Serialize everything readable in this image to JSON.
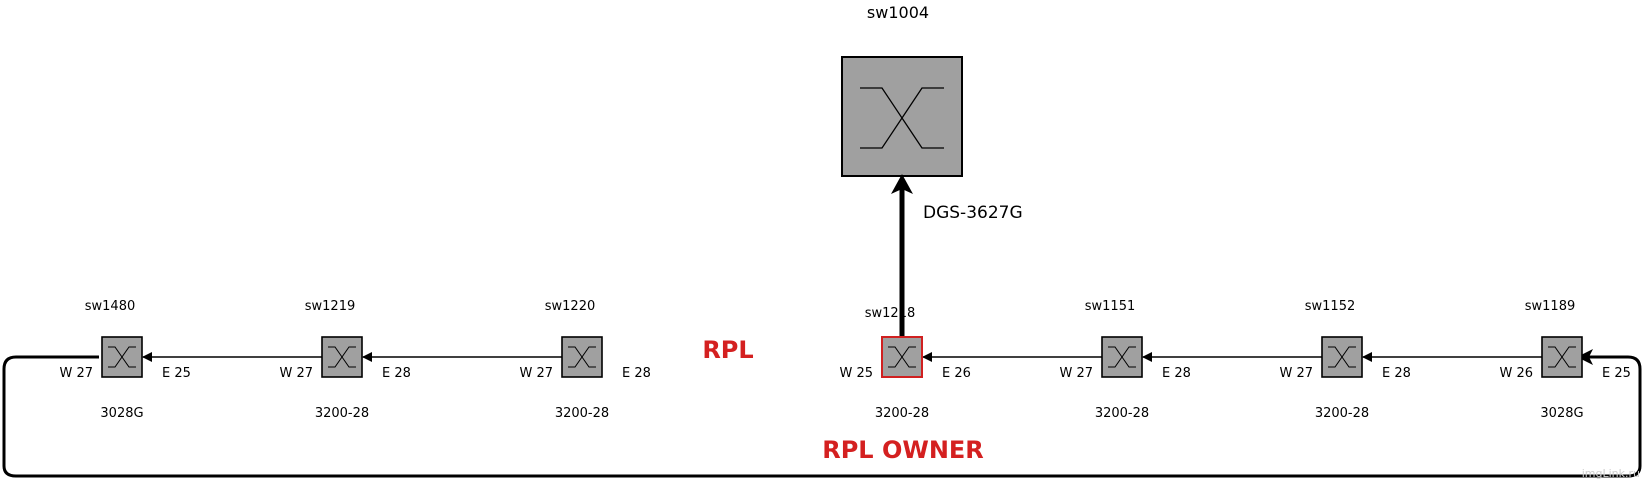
{
  "core": {
    "name": "sw1004",
    "model": "DGS-3627G"
  },
  "switches": [
    {
      "id": "sw1480",
      "name": "sw1480",
      "model": "3028G",
      "west_port": "W 27",
      "east_port": "E 25",
      "owner": false
    },
    {
      "id": "sw1219",
      "name": "sw1219",
      "model": "3200-28",
      "west_port": "W 27",
      "east_port": "E 28",
      "owner": false
    },
    {
      "id": "sw1220",
      "name": "sw1220",
      "model": "3200-28",
      "west_port": "W 27",
      "east_port": "E 28",
      "owner": false
    },
    {
      "id": "sw1218",
      "name": "sw1218",
      "model": "3200-28",
      "west_port": "W 25",
      "east_port": "E 26",
      "owner": true
    },
    {
      "id": "sw1151",
      "name": "sw1151",
      "model": "3200-28",
      "west_port": "W 27",
      "east_port": "E 28",
      "owner": false
    },
    {
      "id": "sw1152",
      "name": "sw1152",
      "model": "3200-28",
      "west_port": "W 27",
      "east_port": "E 28",
      "owner": false
    },
    {
      "id": "sw1189",
      "name": "sw1189",
      "model": "3028G",
      "west_port": "W 26",
      "east_port": "E 25",
      "owner": false
    }
  ],
  "labels": {
    "rpl": "RPL",
    "rpl_owner": "RPL OWNER"
  },
  "watermark": "imgLink.ru",
  "colors": {
    "switch_fill": "#a0a0a0",
    "owner_border": "#d02020",
    "label_red": "#d42020",
    "line": "#000000"
  }
}
